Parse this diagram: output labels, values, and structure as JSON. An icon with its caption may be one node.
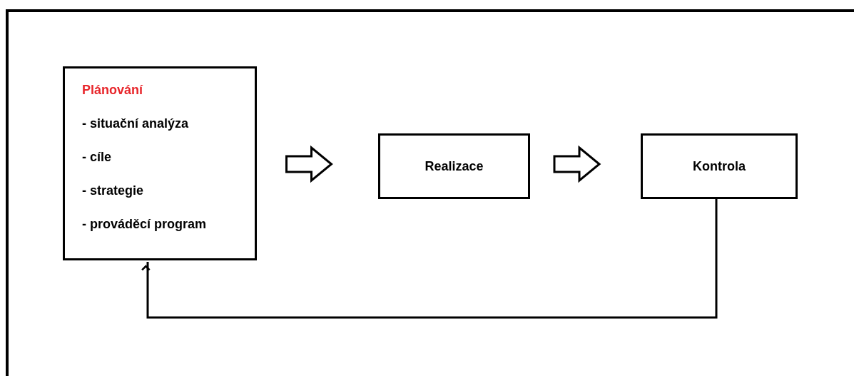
{
  "diagram": {
    "nodes": [
      {
        "text": [
          "Plánování",
          "- situační analýza",
          "- cíle",
          "- strategie",
          "- prováděcí program"
        ]
      },
      {
        "text": [
          "Realizace"
        ]
      },
      {
        "text": [
          "Kontrola"
        ]
      }
    ],
    "edges": [
      {
        "from": 0,
        "to": 1,
        "arrow": "to"
      },
      {
        "from": 1,
        "to": 2,
        "arrow": "to"
      },
      {
        "from": 2,
        "to": 0,
        "arrow": "to"
      }
    ]
  }
}
